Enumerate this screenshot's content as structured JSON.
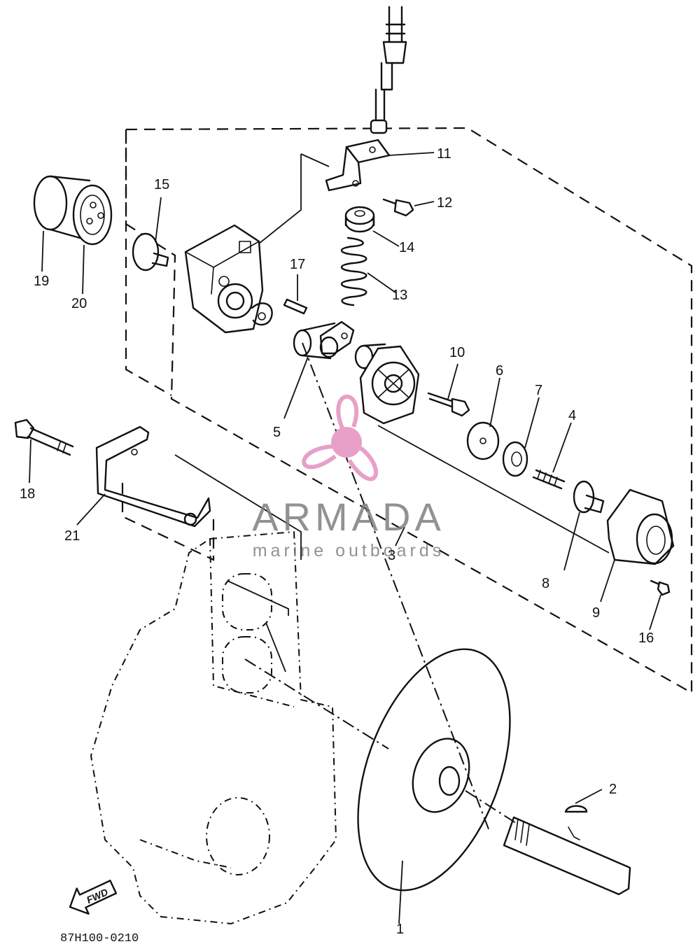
{
  "watermark": {
    "brand": "ARMADA",
    "tagline": "marine outboards",
    "brand_color": "#e8a0c8",
    "text_color": "#808080"
  },
  "drawing_code": "87H100-0210",
  "fwd_label": "FWD",
  "part_labels": {
    "p1": "1",
    "p2": "2",
    "p3": "3",
    "p4": "4",
    "p5": "5",
    "p6": "6",
    "p7": "7",
    "p8": "8",
    "p9": "9",
    "p10": "10",
    "p11": "11",
    "p12": "12",
    "p13": "13",
    "p14": "14",
    "p15": "15",
    "p16": "16",
    "p17": "17",
    "p18": "18",
    "p19": "19",
    "p20": "20",
    "p21": "21"
  }
}
